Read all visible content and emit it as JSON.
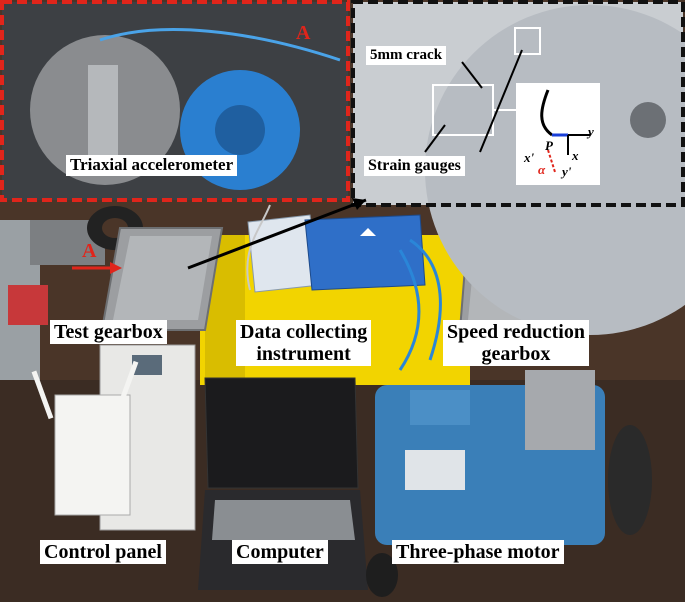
{
  "labels": {
    "triaxial_accelerometer": "Triaxial accelerometer",
    "crack": "5mm crack",
    "strain_gauges": "Strain gauges",
    "test_gearbox": "Test gearbox",
    "data_collecting_line1": "Data collecting",
    "data_collecting_line2": "instrument",
    "speed_reduction_line1": "Speed reduction",
    "speed_reduction_line2": "gearbox",
    "control_panel": "Control panel",
    "computer": "Computer",
    "three_phase_motor": "Three-phase motor"
  },
  "inset_tags": {
    "left_inset": "A",
    "arrow_tag": "A"
  },
  "axis_labels": {
    "y": "y",
    "x": "x",
    "p": "P",
    "x_prime": "x'",
    "y_prime": "y'",
    "alpha": "α"
  },
  "colors": {
    "red_dash": "#e0251b",
    "black_dash": "#111111",
    "instrument_blue": "#2f6fc8",
    "table_yellow": "#f2d400",
    "motor_blue": "#3a7fb8"
  }
}
